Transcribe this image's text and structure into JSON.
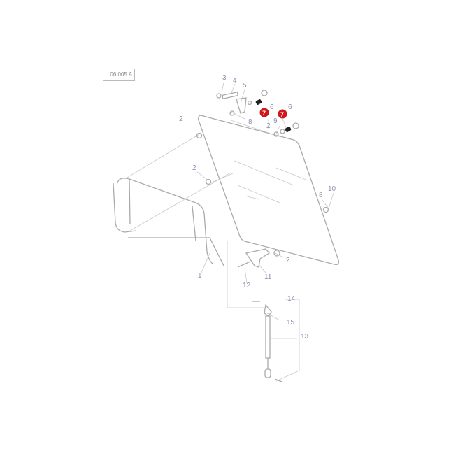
{
  "reference_code": "06 005 A",
  "highlight_color": "#d0161b",
  "callouts": [
    {
      "id": "c3",
      "text": "3"
    },
    {
      "id": "c4",
      "text": "4"
    },
    {
      "id": "c5",
      "text": "5"
    },
    {
      "id": "c6a",
      "text": "6"
    },
    {
      "id": "c6b",
      "text": "6"
    },
    {
      "id": "c7a",
      "text": "7",
      "highlighted": true
    },
    {
      "id": "c7b",
      "text": "7",
      "highlighted": true
    },
    {
      "id": "c8a",
      "text": "8"
    },
    {
      "id": "c2a",
      "text": "2"
    },
    {
      "id": "c2b",
      "text": "2"
    },
    {
      "id": "c9",
      "text": "9"
    },
    {
      "id": "c2c",
      "text": "2"
    },
    {
      "id": "c8b",
      "text": "8"
    },
    {
      "id": "c10",
      "text": "10"
    },
    {
      "id": "c2d",
      "text": "2"
    },
    {
      "id": "c11",
      "text": "11"
    },
    {
      "id": "c12",
      "text": "12"
    },
    {
      "id": "c1",
      "text": "1"
    },
    {
      "id": "c14",
      "text": "14"
    },
    {
      "id": "c15",
      "text": "15"
    },
    {
      "id": "c13",
      "text": "13"
    }
  ]
}
